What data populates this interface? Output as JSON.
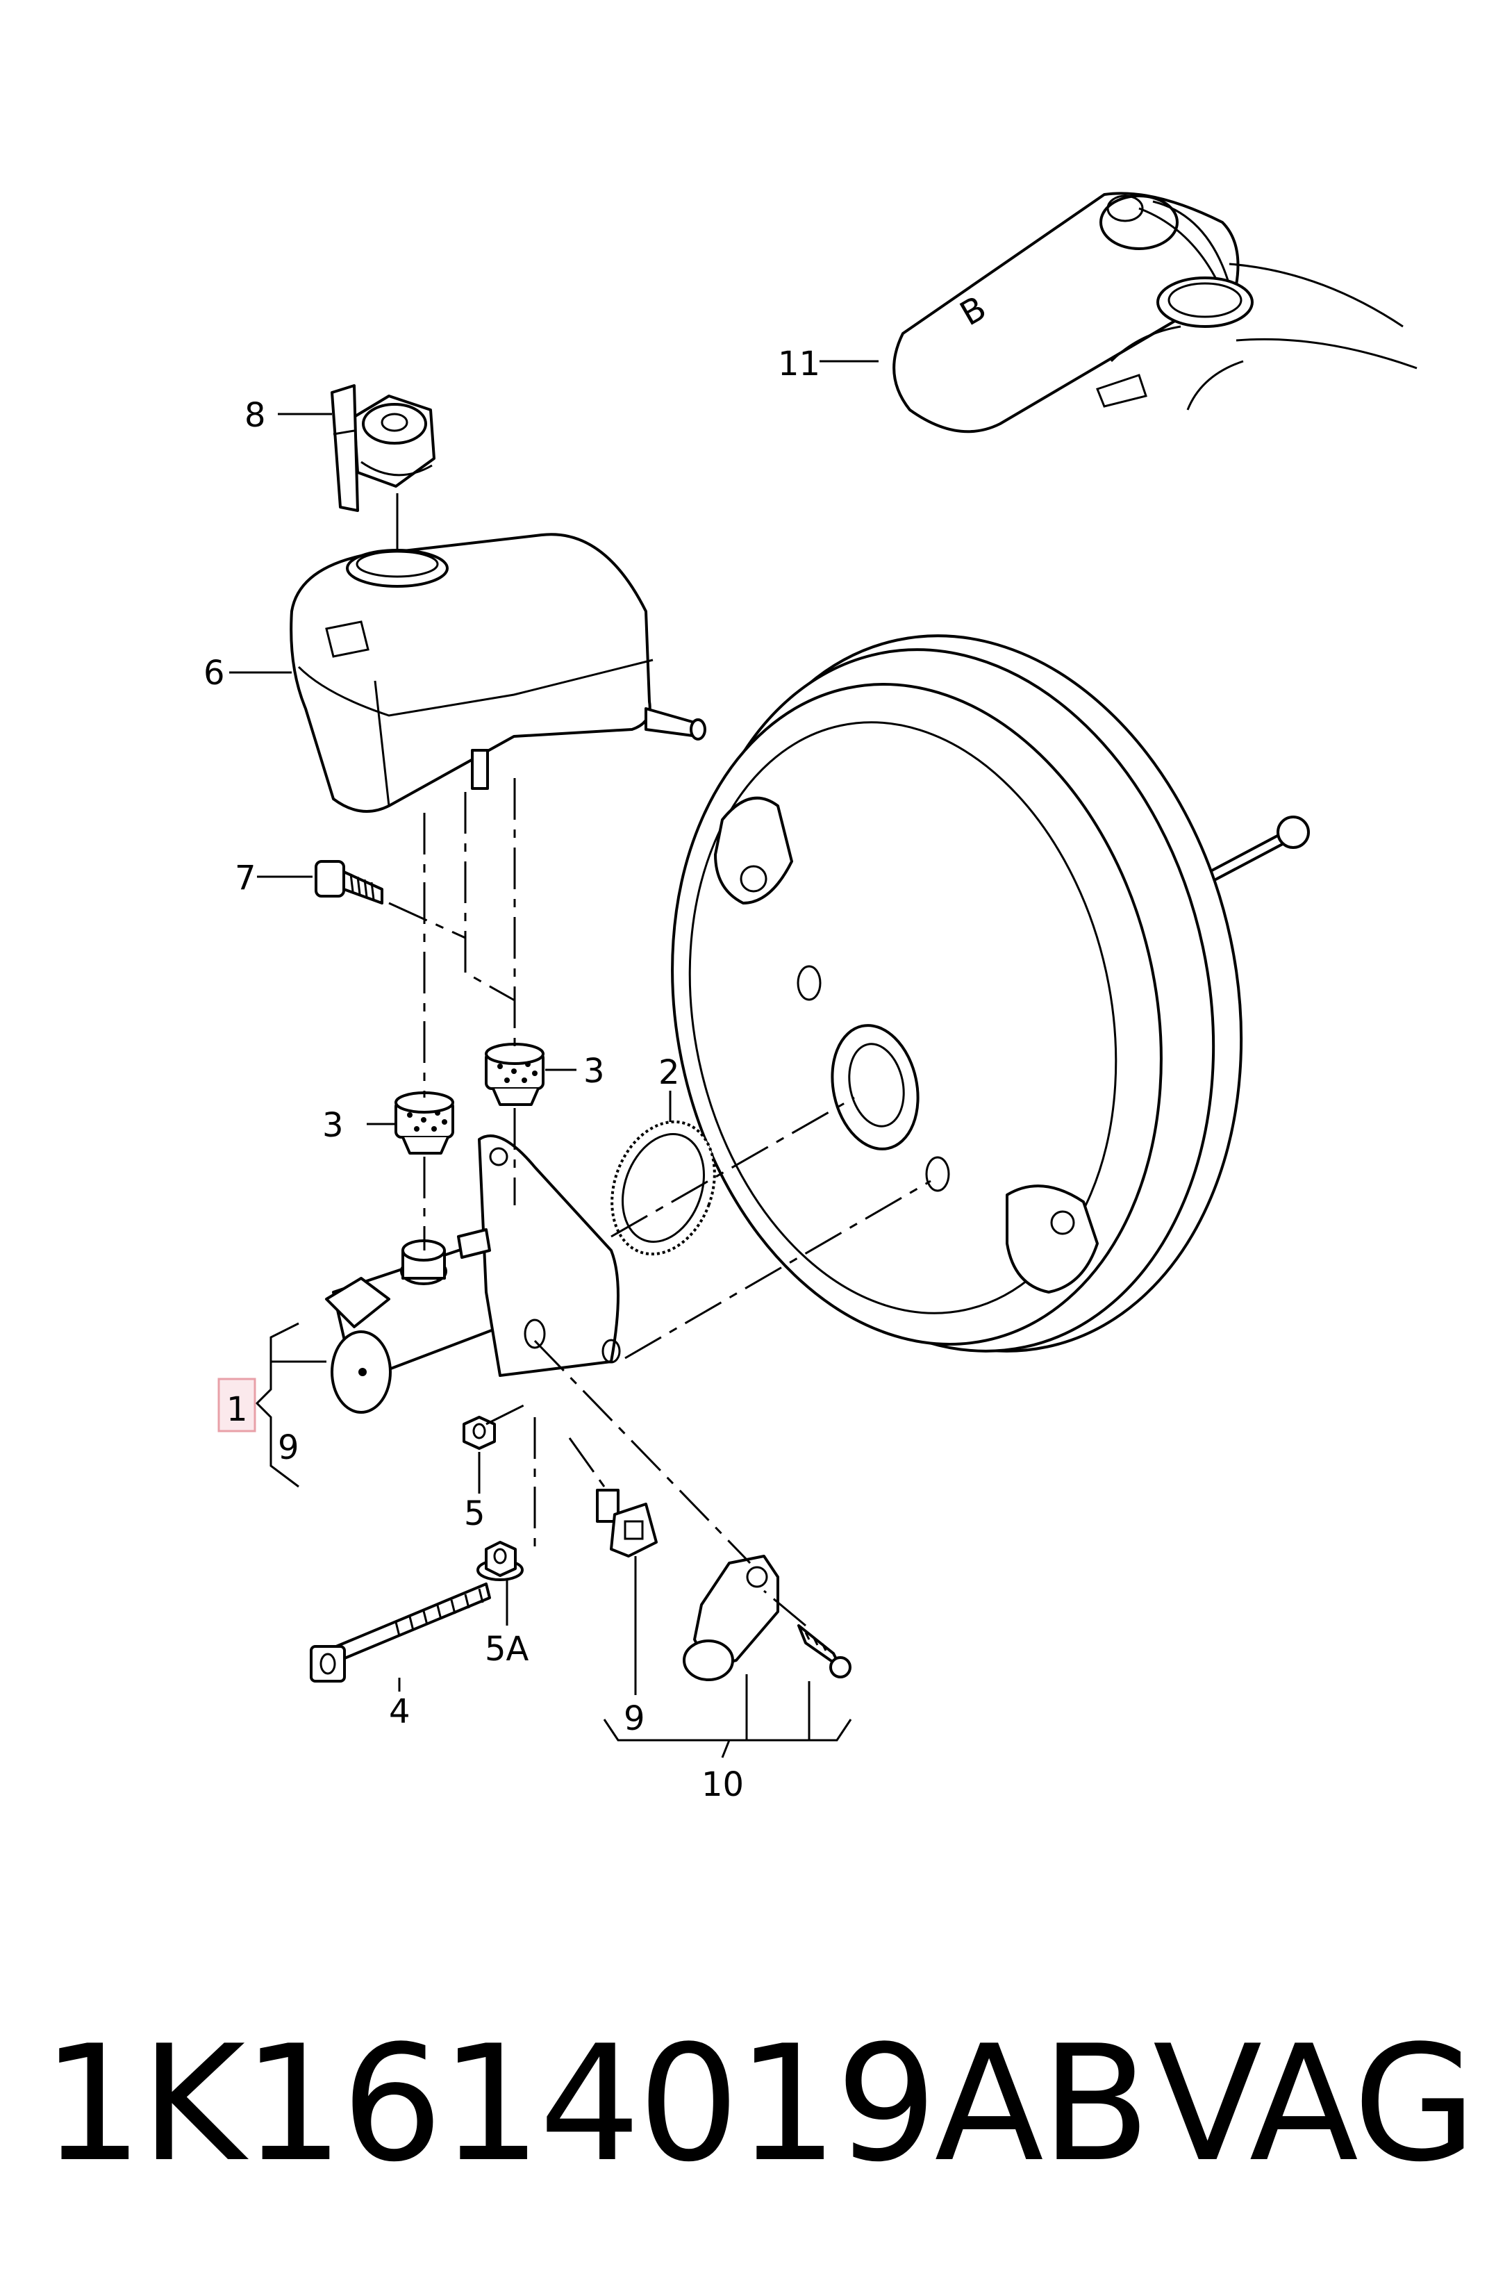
{
  "callouts": {
    "c1": "1",
    "c2": "2",
    "c3a": "3",
    "c3b": "3",
    "c4": "4",
    "c5": "5",
    "c5a": "5A",
    "c6": "6",
    "c7": "7",
    "c8": "8",
    "c9a": "9",
    "c9b": "9",
    "c10": "10",
    "c11": "11",
    "bottle_letter": "B"
  },
  "footer": {
    "part_number": "1K1614019AB",
    "brand": "VAG"
  },
  "colors": {
    "line": "#000000",
    "highlight_box": "#e8a0a8",
    "background": "#ffffff"
  }
}
